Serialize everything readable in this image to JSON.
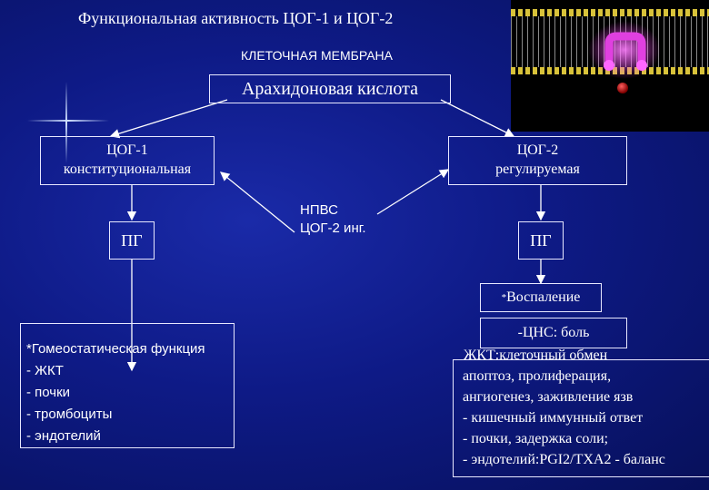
{
  "title": "Функциональная активность ЦОГ-1 и ЦОГ-2",
  "membrane_label": "КЛЕТОЧНАЯ МЕМБРАНА",
  "arachidonic": "Арахидоновая кислота",
  "cox1": {
    "line1": "ЦОГ-1",
    "line2": "конституциональная"
  },
  "cox2": {
    "line1": "ЦОГ-2",
    "line2": "регулируемая"
  },
  "nsaid": {
    "line1": "НПВС",
    "line2": "ЦОГ-2 инг."
  },
  "pg_left": "ПГ",
  "pg_right": "ПГ",
  "inflammation": "Воспаление",
  "inflammation_marker": "*",
  "cns_pain": "-ЦНС: боль",
  "left_list": [
    "*Гомеостатическая функция",
    "- ЖКТ",
    "- почки",
    "- тромбоциты",
    "- эндотелий"
  ],
  "right_list": [
    "ЖКТ:клеточный обмен",
    "апоптоз, пролиферация,",
    "ангиогенез, заживление язв",
    "- кишечный иммунный ответ",
    "- почки, задержка соли;",
    "- эндотелий:PGI2/TXA2 - баланс"
  ],
  "colors": {
    "background": "#0e1a86",
    "box_border": "#e8e8ff",
    "text": "#ffffff",
    "membrane_heads": "#d8c23a",
    "protein": "#e040e0"
  }
}
